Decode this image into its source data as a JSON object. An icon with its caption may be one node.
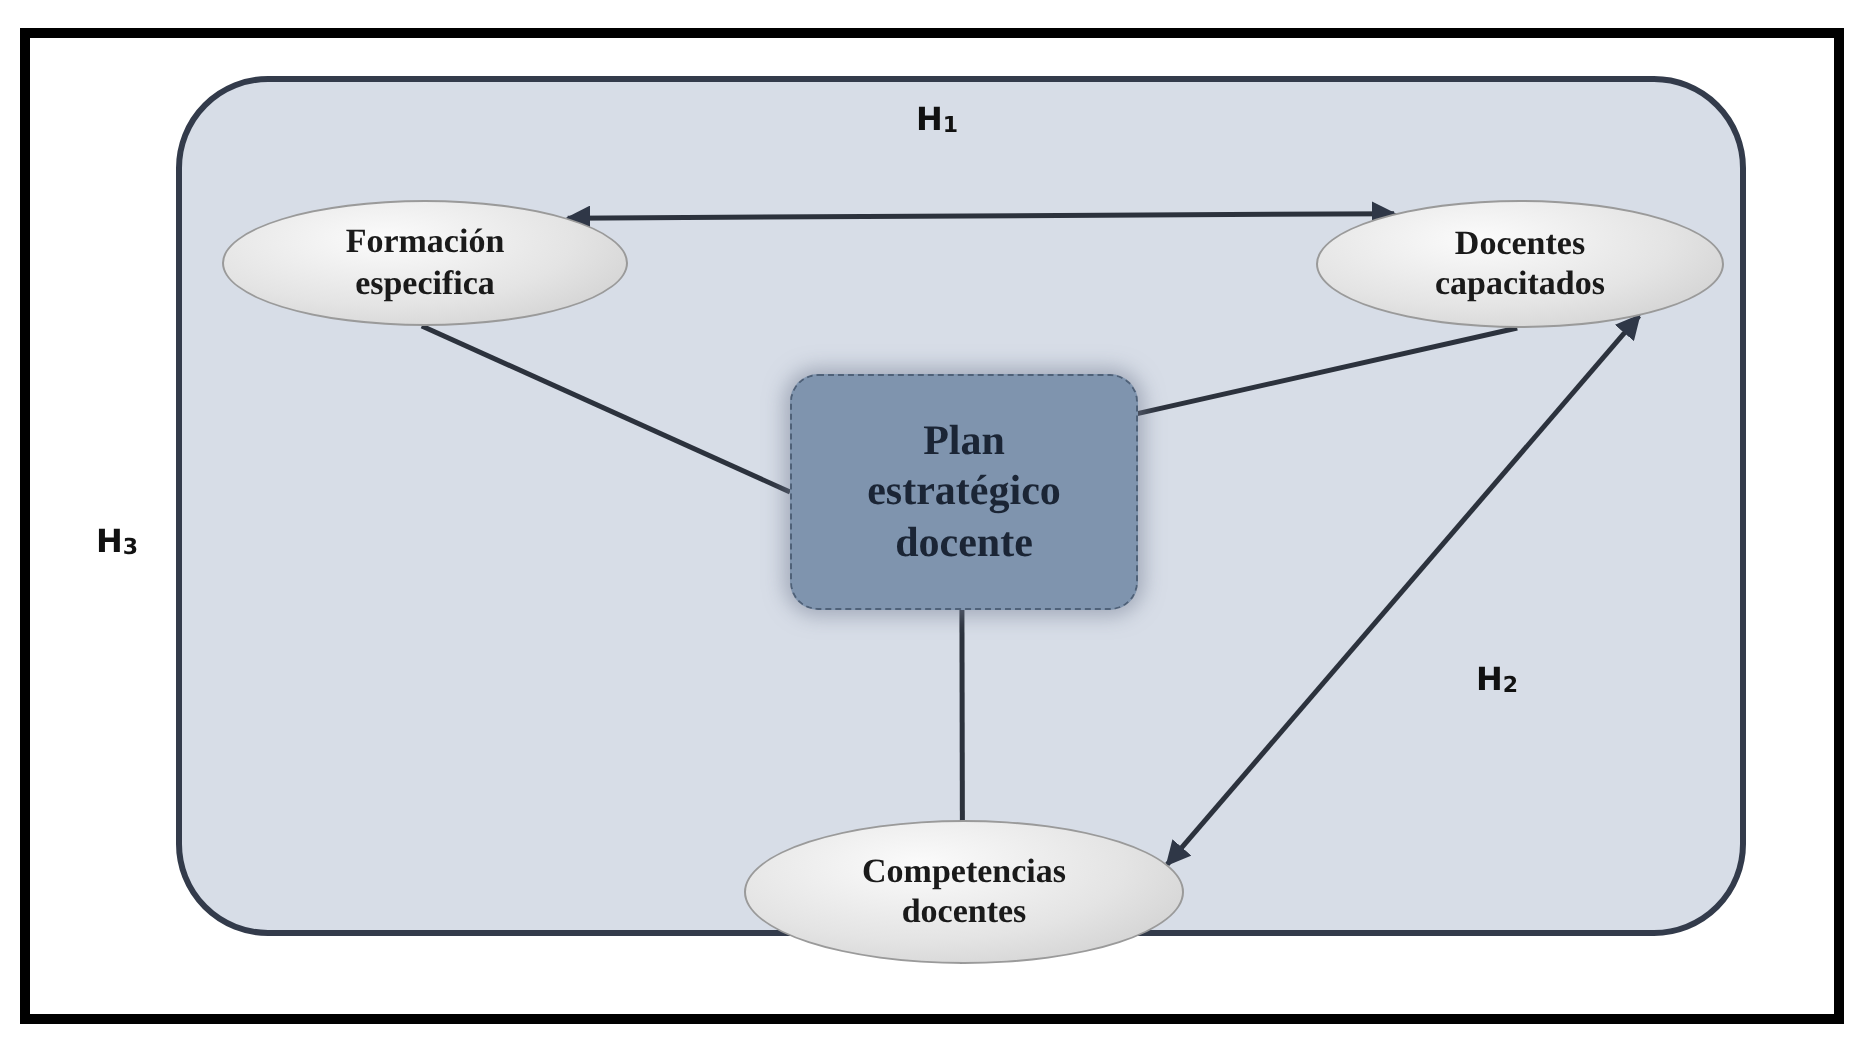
{
  "diagram": {
    "nodes": [
      {
        "text": [],
        "shape": "box"
      },
      {
        "text": [
          "Formación especifica"
        ],
        "in": 0
      },
      {
        "text": [
          "Docentes capacitados"
        ],
        "in": 0
      },
      {
        "text": [
          "Plan estratégico docente"
        ],
        "in": 0
      },
      {
        "text": [
          "Competencias docentes"
        ],
        "in": 0
      }
    ],
    "edges": [
      {
        "from": 1,
        "to": 2,
        "arrow": "both",
        "label": "H$_{1}$"
      },
      {
        "from": 1,
        "to": 3,
        "arrow": "none"
      },
      {
        "from": 2,
        "to": 3,
        "arrow": "none"
      },
      {
        "from": 3,
        "to": 4,
        "arrow": "none"
      },
      {
        "from": 2,
        "to": 4,
        "arrow": "both",
        "label": "H$_{2}$"
      }
    ],
    "labels": [
      "H$_{3}$"
    ]
  }
}
